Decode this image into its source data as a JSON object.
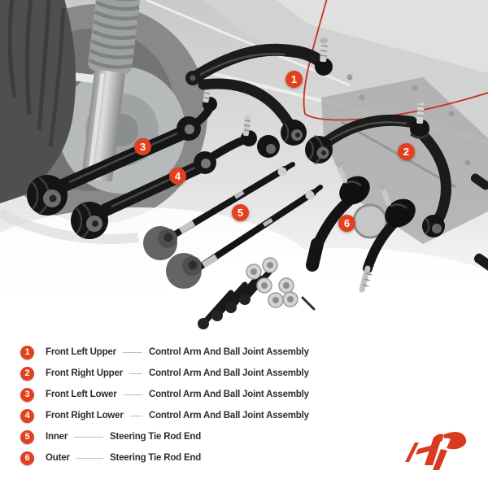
{
  "colors": {
    "accent": "#e2401f",
    "logo": "#d93a20",
    "arc": "#c23522",
    "text": "#2e2e2e",
    "line": "#bdbdbd"
  },
  "markers": [
    "1",
    "2",
    "3",
    "4",
    "5",
    "6"
  ],
  "legend": {
    "rows": [
      {
        "num": "1",
        "label": "Front Left Upper",
        "desc": "Control Arm And Ball Joint Assembly"
      },
      {
        "num": "2",
        "label": "Front Right Upper",
        "desc": "Control Arm And Ball Joint Assembly"
      },
      {
        "num": "3",
        "label": "Front Left Lower",
        "desc": "Control Arm And Ball Joint Assembly"
      },
      {
        "num": "4",
        "label": "Front Right Lower",
        "desc": "Control Arm And Ball Joint Assembly"
      },
      {
        "num": "5",
        "label": "Inner",
        "desc": "Steering Tie Rod End"
      },
      {
        "num": "6",
        "label": "Outer",
        "desc": "Steering Tie Rod End"
      }
    ]
  }
}
